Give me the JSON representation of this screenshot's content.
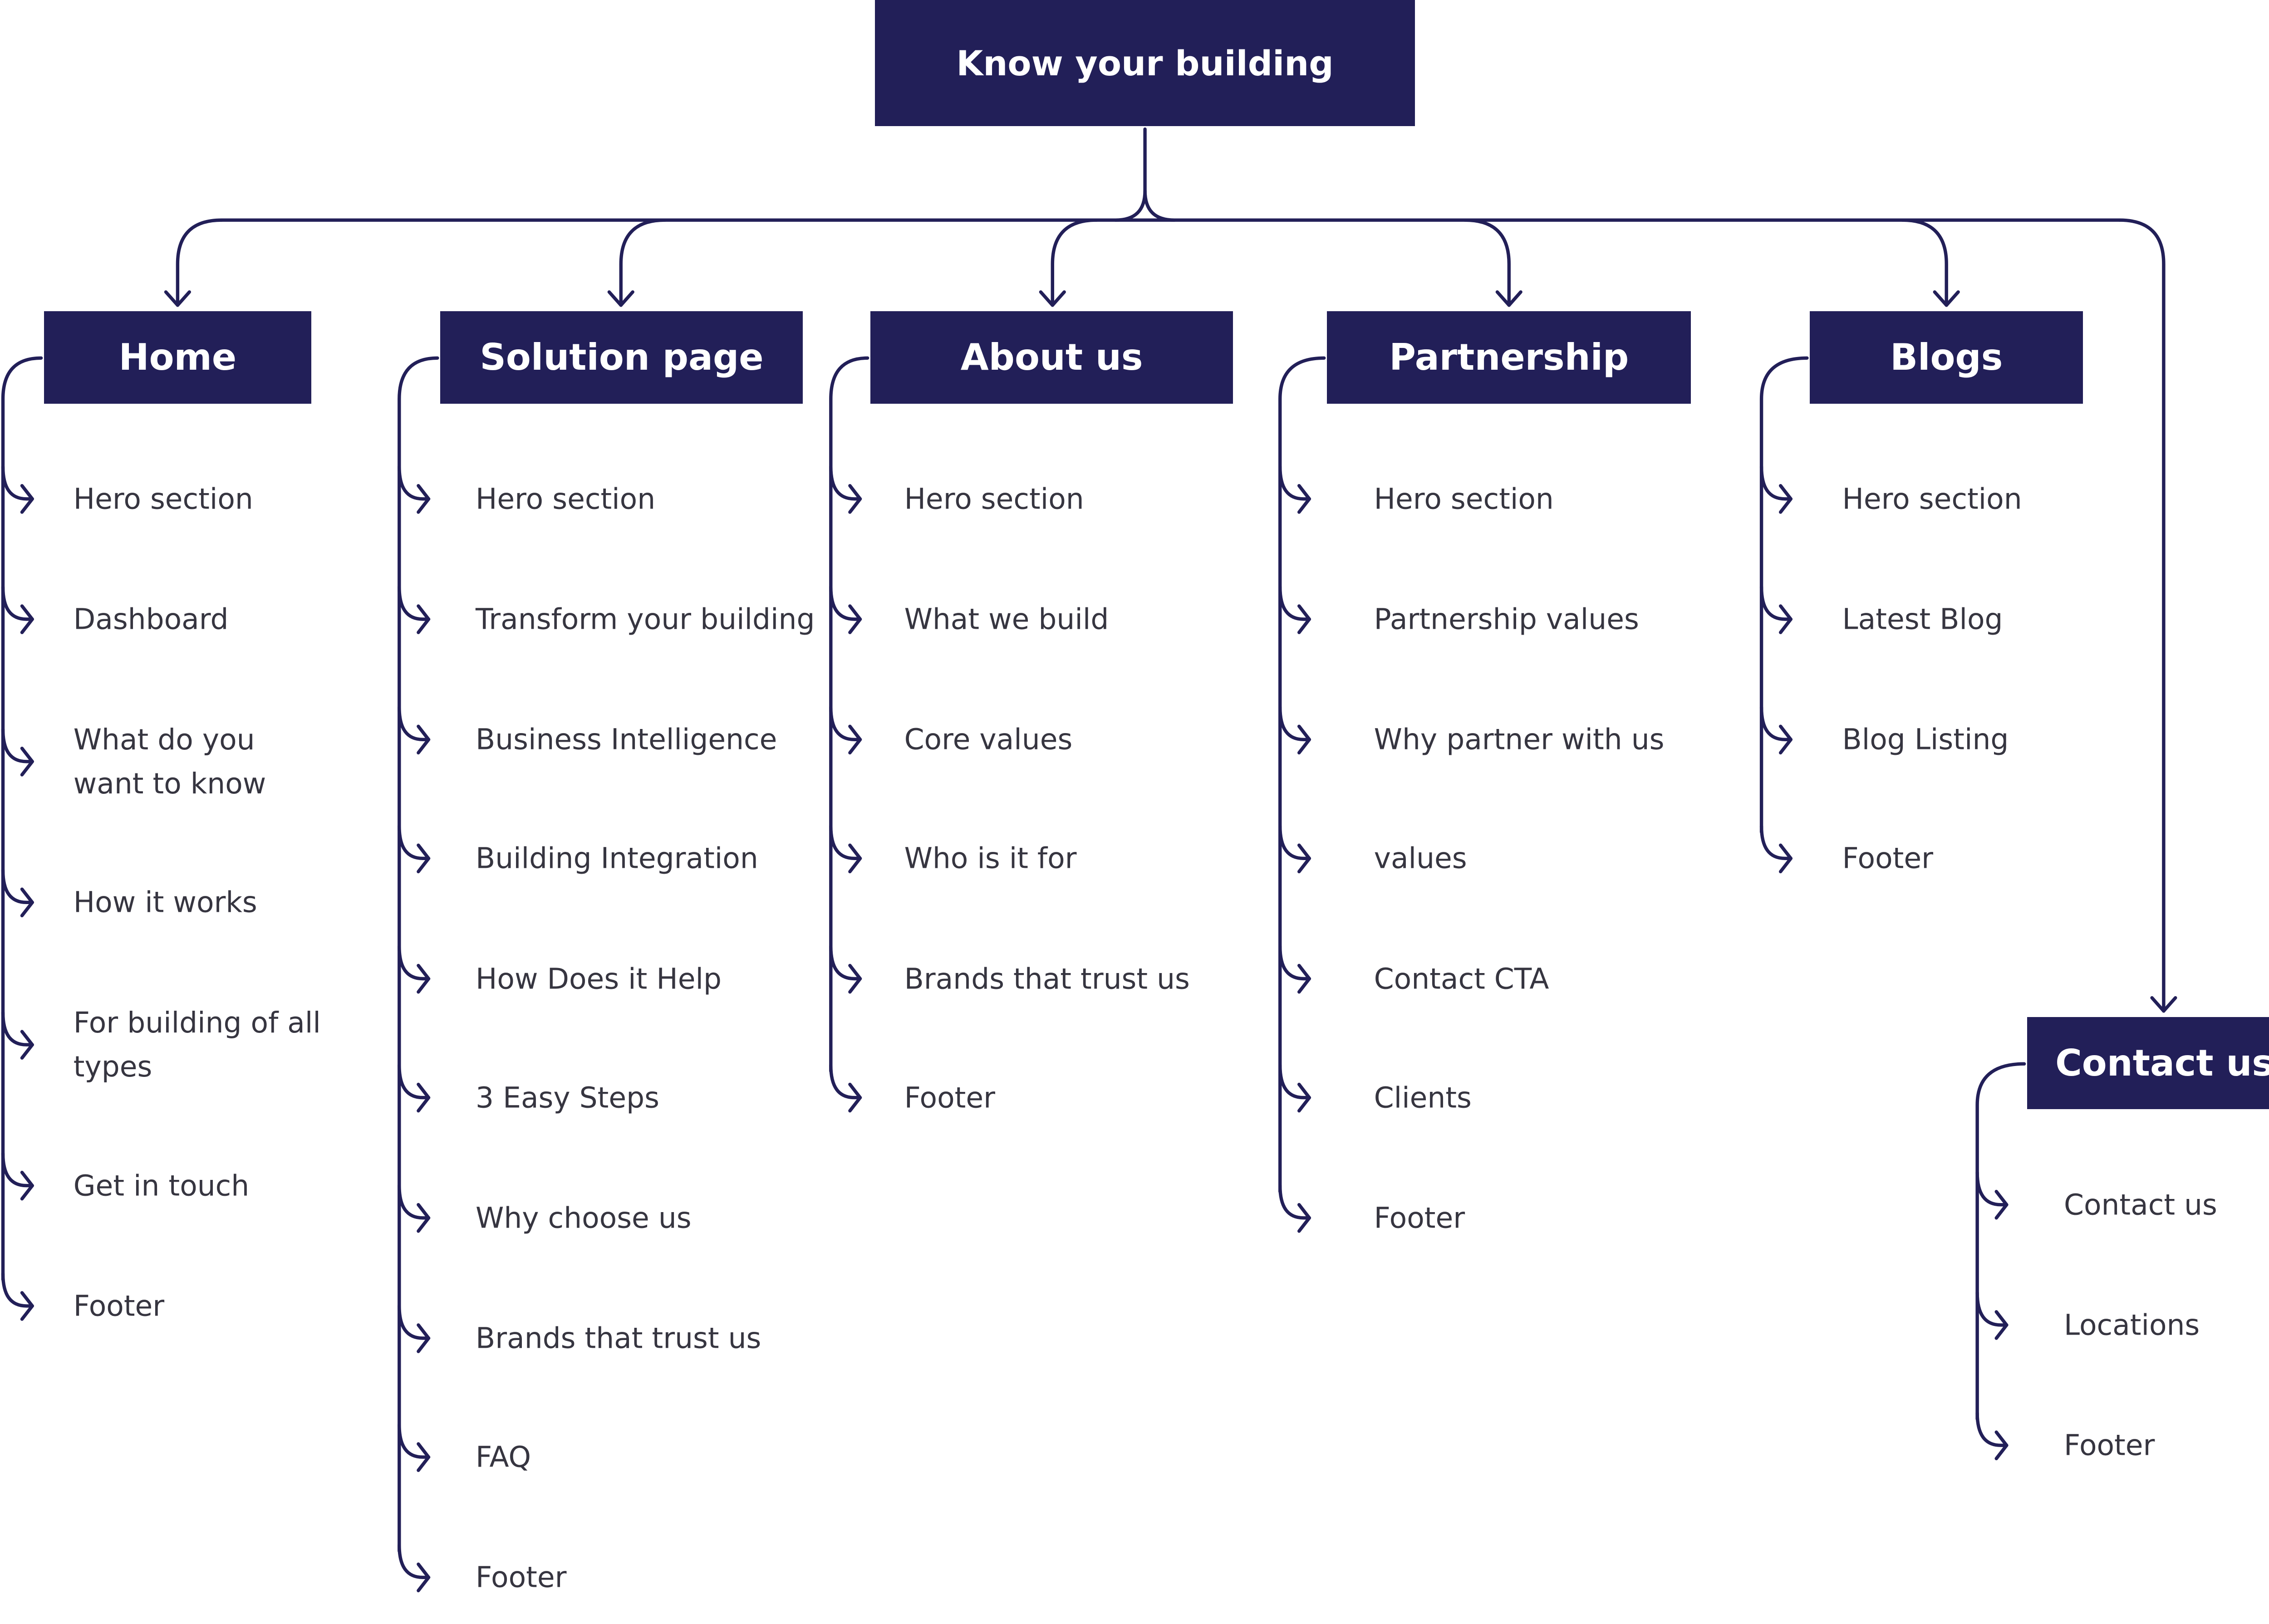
{
  "diagram": {
    "root": {
      "label": "Know your building"
    },
    "sections": [
      {
        "label": "Home",
        "items": [
          "Hero section",
          "Dashboard",
          "What do you\nwant to know",
          "How it works",
          "For building of all\ntypes",
          "Get in touch",
          "Footer"
        ]
      },
      {
        "label": "Solution page",
        "items": [
          "Hero section",
          "Transform your building",
          "Business Intelligence",
          "Building Integration",
          "How Does it Help",
          "3 Easy Steps",
          "Why choose us",
          "Brands that trust us",
          "FAQ",
          "Footer"
        ]
      },
      {
        "label": "About us",
        "items": [
          "Hero section",
          "What we build",
          "Core values",
          "Who is it for",
          "Brands that trust us",
          "Footer"
        ]
      },
      {
        "label": "Partnership",
        "items": [
          "Hero section",
          "Partnership values",
          "Why partner with us",
          "values",
          "Contact CTA",
          "Clients",
          "Footer"
        ]
      },
      {
        "label": "Blogs",
        "items": [
          "Hero section",
          "Latest Blog",
          "Blog Listing",
          "Footer"
        ]
      },
      {
        "label": "Contact us",
        "items": [
          "Contact us",
          "Locations",
          "Footer"
        ]
      }
    ],
    "colors": {
      "node_fill": "#221f58",
      "connector": "#221f58",
      "item_text": "#363540",
      "node_text": "#ffffff"
    }
  }
}
